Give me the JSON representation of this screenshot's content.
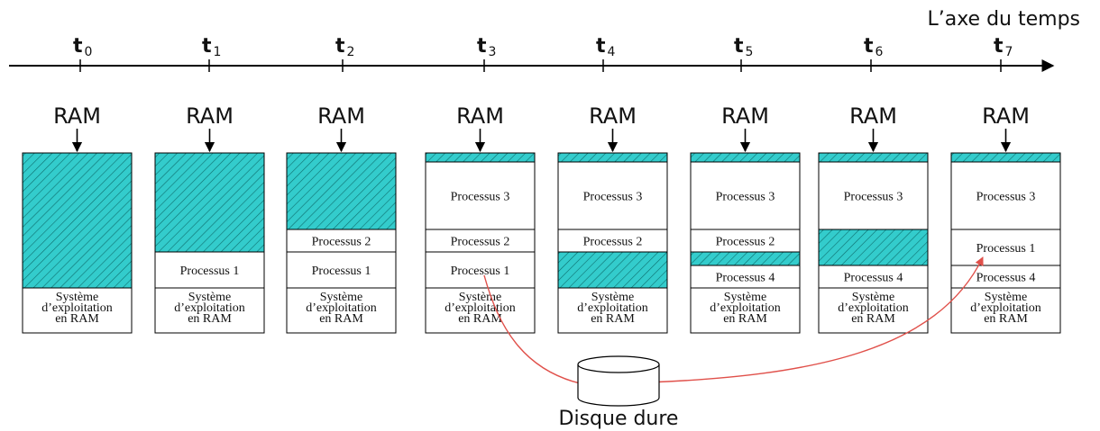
{
  "axis": {
    "label": "L’axe du temps",
    "ticks": [
      {
        "main": "t",
        "sub": "0"
      },
      {
        "main": "t",
        "sub": "1"
      },
      {
        "main": "t",
        "sub": "2"
      },
      {
        "main": "t",
        "sub": "3"
      },
      {
        "main": "t",
        "sub": "4"
      },
      {
        "main": "t",
        "sub": "5"
      },
      {
        "main": "t",
        "sub": "6"
      },
      {
        "main": "t",
        "sub": "7"
      }
    ]
  },
  "ram_label": "RAM",
  "os_label": [
    "Système",
    "d’exploitation",
    "en RAM"
  ],
  "columns": [
    {
      "time": "t0",
      "segments": [
        {
          "kind": "free",
          "label": ""
        }
      ]
    },
    {
      "time": "t1",
      "segments": [
        {
          "kind": "free",
          "label": ""
        },
        {
          "kind": "process",
          "label": "Processus 1"
        }
      ]
    },
    {
      "time": "t2",
      "segments": [
        {
          "kind": "free",
          "label": ""
        },
        {
          "kind": "process",
          "label": "Processus 2"
        },
        {
          "kind": "process",
          "label": "Processus 1"
        }
      ]
    },
    {
      "time": "t3",
      "segments": [
        {
          "kind": "free",
          "label": ""
        },
        {
          "kind": "process",
          "label": "Processus 3"
        },
        {
          "kind": "process",
          "label": "Processus 2"
        },
        {
          "kind": "process",
          "label": "Processus 1"
        }
      ]
    },
    {
      "time": "t4",
      "segments": [
        {
          "kind": "free",
          "label": ""
        },
        {
          "kind": "process",
          "label": "Processus 3"
        },
        {
          "kind": "process",
          "label": "Processus 2"
        },
        {
          "kind": "free",
          "label": ""
        }
      ]
    },
    {
      "time": "t5",
      "segments": [
        {
          "kind": "free",
          "label": ""
        },
        {
          "kind": "process",
          "label": "Processus 3"
        },
        {
          "kind": "process",
          "label": "Processus 2"
        },
        {
          "kind": "free",
          "label": ""
        },
        {
          "kind": "process",
          "label": "Processus 4"
        }
      ]
    },
    {
      "time": "t6",
      "segments": [
        {
          "kind": "free",
          "label": ""
        },
        {
          "kind": "process",
          "label": "Processus 3"
        },
        {
          "kind": "free",
          "label": ""
        },
        {
          "kind": "process",
          "label": "Processus 4"
        }
      ]
    },
    {
      "time": "t7",
      "segments": [
        {
          "kind": "free",
          "label": ""
        },
        {
          "kind": "process",
          "label": "Processus 3"
        },
        {
          "kind": "process",
          "label": "Processus 1"
        },
        {
          "kind": "process",
          "label": "Processus 4"
        }
      ]
    }
  ],
  "disk_label": "Disque dure",
  "colors": {
    "free_fill": "#33cccc",
    "hatch": "#0d6e6e",
    "swap_arrow": "#e0504a",
    "line": "#000000"
  }
}
